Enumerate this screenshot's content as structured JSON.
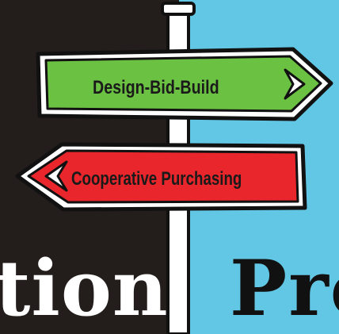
{
  "signs": {
    "top": {
      "label": "Design-Bid-Build",
      "direction": "right",
      "color": "#6bc142"
    },
    "bottom": {
      "label": "Cooperative Purchasing",
      "direction": "left",
      "color": "#e8262b"
    }
  },
  "background": {
    "left_color": "#231d1c",
    "right_color": "#62c7e5",
    "left_word_fragment": "tion",
    "right_word_fragment": "Pro"
  },
  "icons": {
    "top_sign_arrow": "chevron-right-icon",
    "bottom_sign_arrow": "chevron-left-icon"
  }
}
